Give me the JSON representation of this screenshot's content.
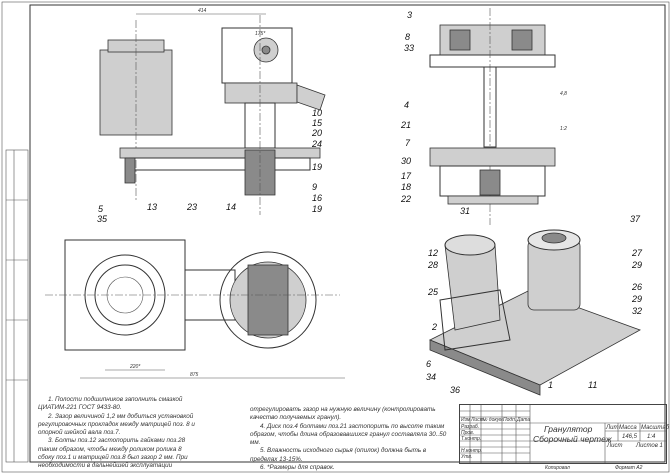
{
  "notes": [
    "1. Полости подшипников заполнить смазкой ЦИАТИМ-221 ГОСТ 9433-80.",
    "2. Зазор величиной 1,2 мм добиться установкой регулировочных прокладок между матрицей поз. 8 и опорной шейкой вала поз.7.",
    "3. Болты поз.12 застопорить гайками поз.28 таким образом, чтобы между роликом ролика 8 сбоку поз.1 и матрицей поз.8 был зазор 2 мм. При необходимости в дальнейшей эксплуатации",
    "отрегулировать зазор на нужную величину (контролировать качество получаемых гранул).",
    "4. Диск поз.4 болтами поз.21 застопорить по высоте таким образом, чтобы длина образовавшихся гранул составляла 30..50 мм.",
    "5. Влажность исходного сырья (опилок) должна быть в пределах 13-15%.",
    "6. *Размеры для справок."
  ],
  "dimensions": {
    "top": "414",
    "top_small": "175*",
    "plan_inner": "220*",
    "plan_total": "875",
    "side1": "4,8",
    "side2": "1:2"
  },
  "labels": {
    "front": [
      "10",
      "15",
      "20",
      "24",
      "19",
      "9",
      "16",
      "19",
      "5",
      "35",
      "13",
      "23",
      "14"
    ],
    "section": [
      "3",
      "8",
      "33",
      "4",
      "21",
      "7",
      "30",
      "17",
      "18",
      "22",
      "31"
    ],
    "iso": [
      "12",
      "28",
      "25",
      "2",
      "6",
      "34",
      "36",
      "1",
      "11",
      "37",
      "27",
      "29",
      "26",
      "29",
      "32"
    ]
  },
  "title_block": {
    "title": "Гранулятор",
    "subtitle": "Сборочный чертеж",
    "headers": [
      "Изм",
      "Лист",
      "№ докум.",
      "Подп.",
      "Дата"
    ],
    "roles": [
      "Разраб.",
      "Пров.",
      "Т.контр.",
      "Н.контр.",
      "Утв."
    ],
    "lit": "Лит",
    "mass_label": "Масса",
    "scale_label": "Масштаб",
    "mass": "146,5",
    "scale": "1:4",
    "sheet": "Лист",
    "sheets": "Листов 1",
    "copied": "Копировал",
    "format": "Формат A2"
  }
}
